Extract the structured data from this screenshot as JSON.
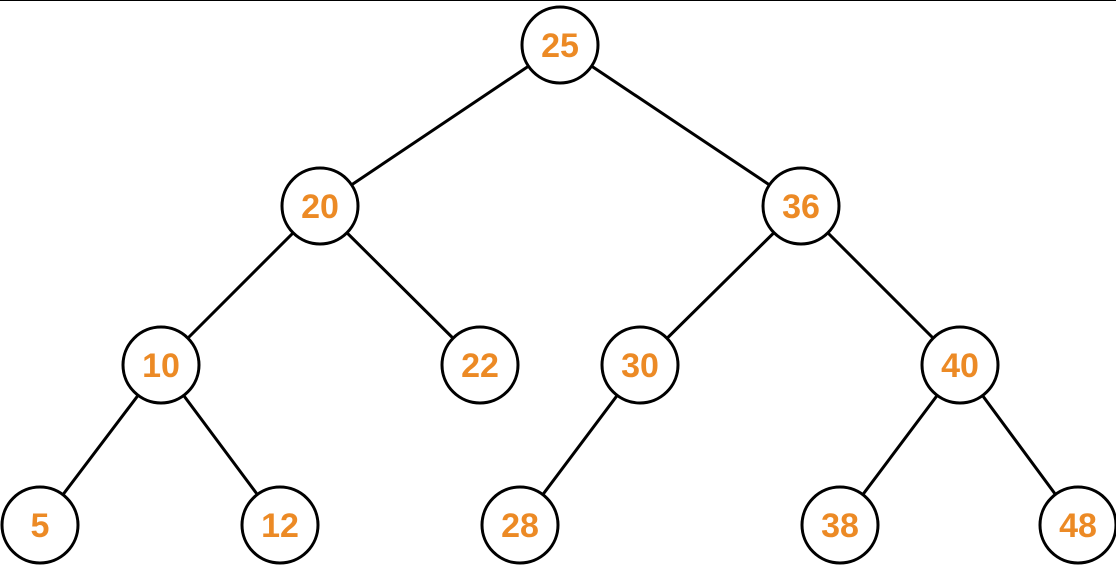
{
  "tree": {
    "label_color": "#ec8a25",
    "nodes": [
      {
        "id": "n25",
        "value": "25"
      },
      {
        "id": "n20",
        "value": "20"
      },
      {
        "id": "n36",
        "value": "36"
      },
      {
        "id": "n10",
        "value": "10"
      },
      {
        "id": "n22",
        "value": "22"
      },
      {
        "id": "n30",
        "value": "30"
      },
      {
        "id": "n40",
        "value": "40"
      },
      {
        "id": "n5",
        "value": "5"
      },
      {
        "id": "n12",
        "value": "12"
      },
      {
        "id": "n28",
        "value": "28"
      },
      {
        "id": "n38",
        "value": "38"
      },
      {
        "id": "n48",
        "value": "48"
      }
    ],
    "edges": [
      {
        "from": "n25",
        "to": "n20"
      },
      {
        "from": "n25",
        "to": "n36"
      },
      {
        "from": "n20",
        "to": "n10"
      },
      {
        "from": "n20",
        "to": "n22"
      },
      {
        "from": "n36",
        "to": "n30"
      },
      {
        "from": "n36",
        "to": "n40"
      },
      {
        "from": "n10",
        "to": "n5"
      },
      {
        "from": "n10",
        "to": "n12"
      },
      {
        "from": "n30",
        "to": "n28"
      },
      {
        "from": "n40",
        "to": "n38"
      },
      {
        "from": "n40",
        "to": "n48"
      }
    ]
  }
}
